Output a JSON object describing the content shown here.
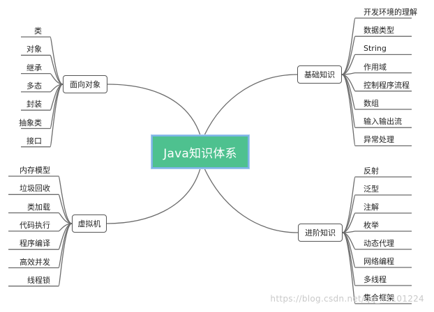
{
  "root": {
    "label": "Java知识体系"
  },
  "branches": [
    {
      "id": "oop",
      "label": "面向对象",
      "children": [
        "类",
        "对象",
        "继承",
        "多态",
        "封装",
        "抽象类",
        "接口"
      ]
    },
    {
      "id": "basics",
      "label": "基础知识",
      "children": [
        "开发环境的理解",
        "数据类型",
        "String",
        "作用域",
        "控制程序流程",
        "数组",
        "输入输出流",
        "异常处理"
      ]
    },
    {
      "id": "jvm",
      "label": "虚拟机",
      "children": [
        "内存模型",
        "垃圾回收",
        "类加载",
        "代码执行",
        "程序编译",
        "高效并发",
        "线程锁"
      ]
    },
    {
      "id": "advanced",
      "label": "进阶知识",
      "children": [
        "反射",
        "泛型",
        "注解",
        "枚举",
        "动态代理",
        "网络编程",
        "多线程",
        "集合框架"
      ]
    }
  ],
  "colors": {
    "root_fill": "#4ec18f",
    "root_border": "#7db4e6",
    "line": "#6b6b6b"
  },
  "watermark": "https://blog.csdn.net/qq_41101224"
}
